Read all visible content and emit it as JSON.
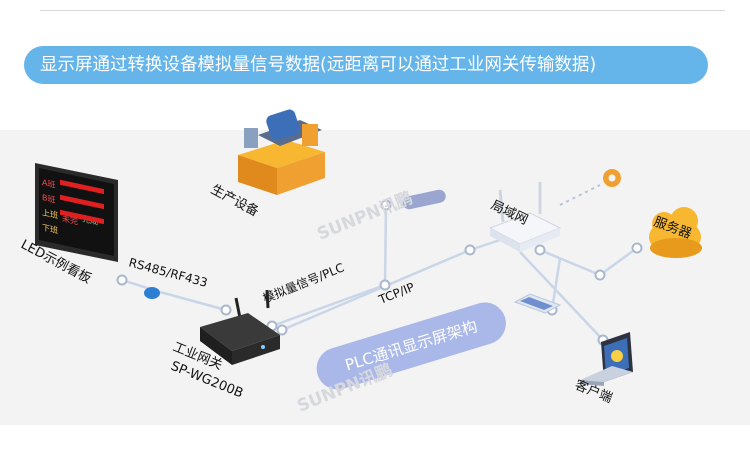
{
  "banner": {
    "text": "显示屏通过转换设备模拟量信号数据(远距离可以通过工业网关传输数据)"
  },
  "nodes": {
    "led_display": {
      "label": "LED示例看板",
      "screen_text": [
        "A班",
        "B班",
        "上班",
        "下班",
        "未完",
        "完成"
      ]
    },
    "production_equipment": {
      "label": "生产设备"
    },
    "gateway": {
      "label": "工业网关",
      "model": "SP-WG200B"
    },
    "lan": {
      "label": "局域网"
    },
    "server": {
      "label": "服务器"
    },
    "client": {
      "label": "客户端"
    }
  },
  "links": {
    "rs485": {
      "label": "RS485/RF433"
    },
    "analog": {
      "label": "模拟量信号/PLC"
    },
    "tcpip": {
      "label": "TCP/IP"
    }
  },
  "center_label": "PLC通讯显示屏架构",
  "watermark": "SUNPN讯鹏",
  "colors": {
    "banner": "#66b5ea",
    "line": "#c9d6e8",
    "dot": "#aab7cc",
    "pill": "#a9b8e8",
    "cloud": "#f7b731",
    "equipment": "#f0a030"
  }
}
